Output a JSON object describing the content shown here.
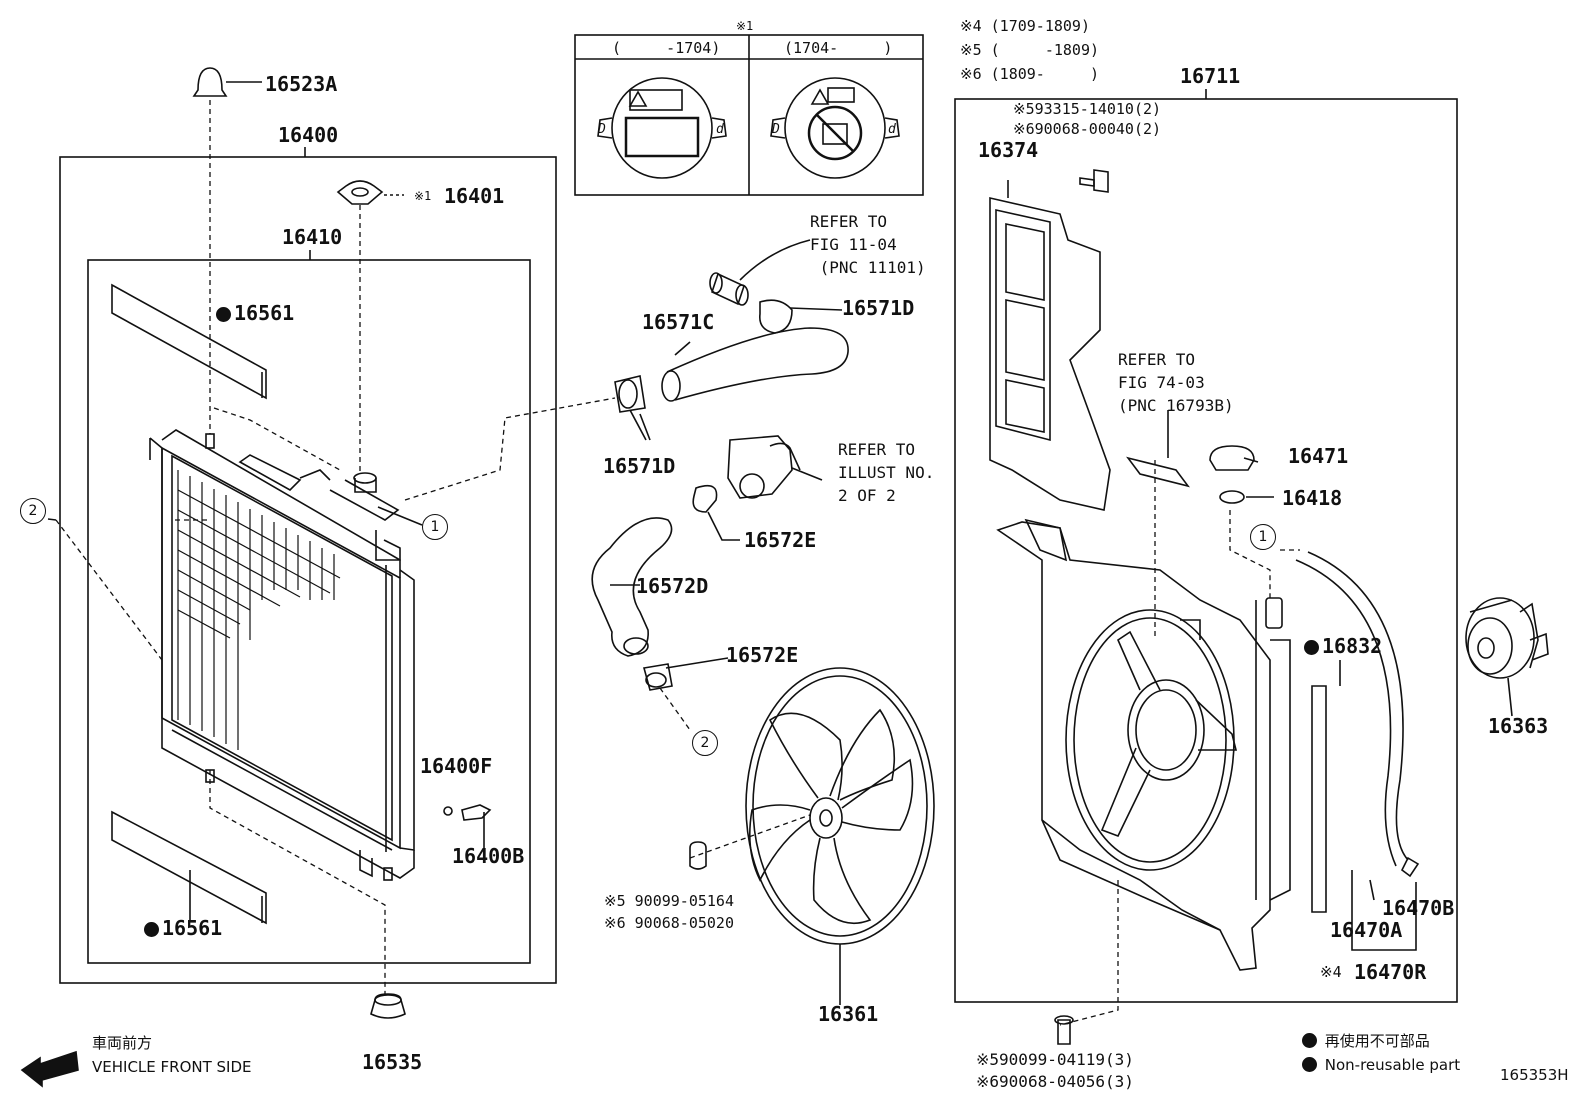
{
  "labels": {
    "p16523A": "16523A",
    "p16400": "16400",
    "p16401": "16401",
    "p16410": "16410",
    "p16561_top": "16561",
    "p16561_bot": "16561",
    "p16400F": "16400F",
    "p16400B": "16400B",
    "p16535": "16535",
    "p16571C": "16571C",
    "p16571D_a": "16571D",
    "p16571D_b": "16571D",
    "p16572E_a": "16572E",
    "p16572E_b": "16572E",
    "p16572D": "16572D",
    "p16361": "16361",
    "p16711": "16711",
    "p16374": "16374",
    "p16471": "16471",
    "p16418": "16418",
    "p16832": "16832",
    "p16363": "16363",
    "p16470B": "16470B",
    "p16470A": "16470A",
    "p16470R": "16470R"
  },
  "marks": {
    "note1": "※1",
    "note4": "※4",
    "circle1_a": "1",
    "circle1_b": "1",
    "circle2_a": "2",
    "circle2_b": "2"
  },
  "cap_table": {
    "header_note": "※1",
    "col1": "(     -1704)",
    "col2": "(1704-     )"
  },
  "variant_notes": [
    "※4 (1709-1809)",
    "※5 (     -1809)",
    "※6 (1809-     )"
  ],
  "bolt_top": {
    "line1": "※593315-14010(2)",
    "line2": "※690068-00040(2)"
  },
  "nut_fan": {
    "line1": "※5 90099-05164",
    "line2": "※6 90068-05020"
  },
  "bolt_bottom": {
    "line1": "※590099-04119(3)",
    "line2": "※690068-04056(3)"
  },
  "refers": {
    "fig1104": "REFER TO\nFIG 11-04\n (PNC 11101)",
    "fig7403": "REFER TO\nFIG 74-03\n(PNC 16793B)",
    "illust": "REFER TO\nILLUST NO.\n2 OF 2"
  },
  "legend": {
    "nonreuse_ja": "再使用不可部品",
    "nonreuse_en": "Non-reusable part"
  },
  "front": {
    "ja": "車両前方",
    "en": "VEHICLE FRONT SIDE"
  },
  "diagram_id": "165353H",
  "colors": {
    "ink": "#111111",
    "paper": "#ffffff"
  }
}
